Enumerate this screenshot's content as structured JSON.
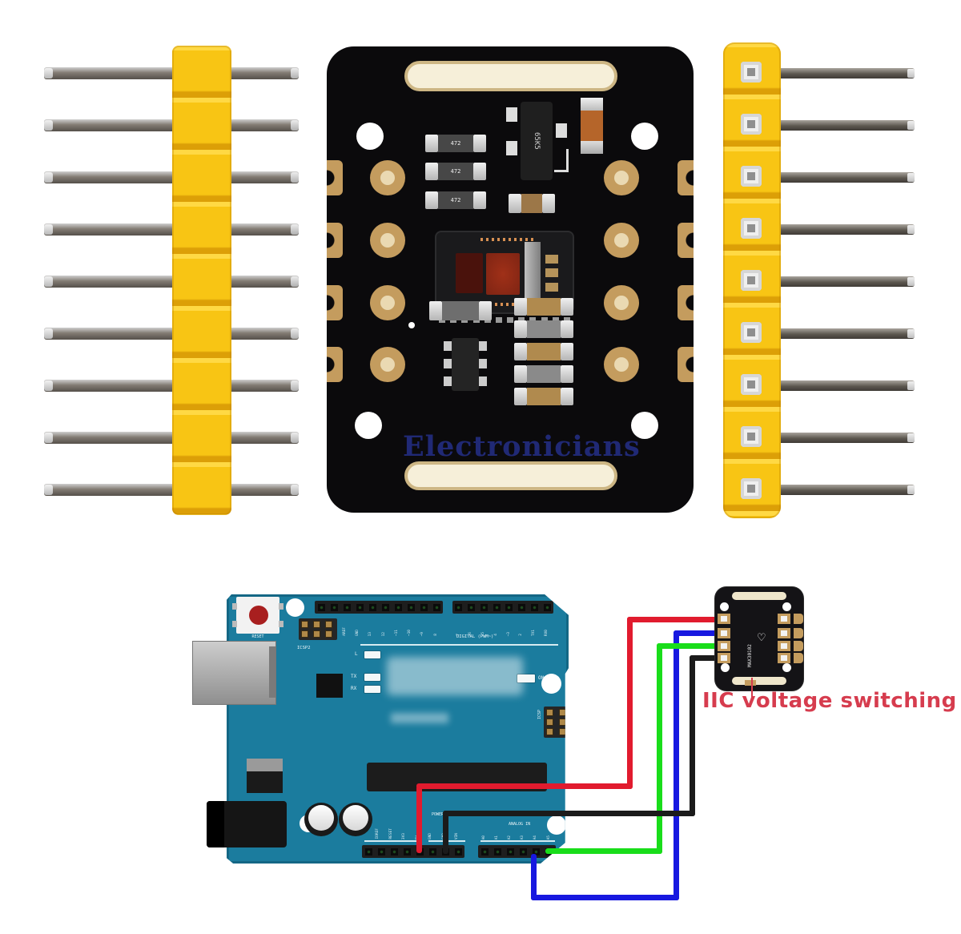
{
  "colors": {
    "pcb_black": "#0b0a0c",
    "gold": "#c49c5e",
    "gold_light": "#ead9b2",
    "yellow": "#f8c514",
    "yellow_dark": "#dc9f07",
    "arduino_teal": "#1b7c9e",
    "silk_white": "#e8f4f8",
    "annotation_red": "#d63c4e",
    "watermark_blue": "#25308c",
    "sensor_window_dark": "#4a120c",
    "sensor_window_red": "#7e2413"
  },
  "photo": {
    "watermark": "Electronicians",
    "module": {
      "markings": {
        "resistor": "472",
        "regulator": "65K5"
      }
    }
  },
  "diagram": {
    "annotation": "IIC voltage switching",
    "sensor": {
      "silkscreen": "MAX30102",
      "logo_icon": "heart-outline"
    },
    "arduino": {
      "labels": {
        "reset": "RESET",
        "icsp2": "ICSP2",
        "icsp": "ICSP",
        "led_l": "L",
        "led_tx": "TX",
        "led_rx": "RX",
        "led_on": "ON",
        "digital": "DIGITAL (PWM~)",
        "power": "POWER",
        "analog": "ANALOG IN"
      },
      "digital_pin_labels_left": [
        "AREF",
        "GND",
        "13",
        "12",
        "~11",
        "~10",
        "~9",
        "8"
      ],
      "digital_pin_labels_right": [
        "7",
        "~6",
        "~5",
        "4",
        "~3",
        "2",
        "TX1",
        "RX0"
      ],
      "power_pin_labels": [
        "",
        "IOREF",
        "RESET",
        "3V3",
        "5V",
        "GND",
        "GND",
        "VIN"
      ],
      "analog_pin_labels": [
        "A0",
        "A1",
        "A2",
        "A3",
        "A4",
        "A5"
      ]
    },
    "wires": [
      {
        "name": "red",
        "color": "#e11b2e",
        "from": "5V",
        "to": "sensor-pad-1"
      },
      {
        "name": "blue",
        "color": "#1718e0",
        "from": "A4",
        "to": "sensor-pad-2"
      },
      {
        "name": "green",
        "color": "#19dd1a",
        "from": "A5",
        "to": "sensor-pad-3"
      },
      {
        "name": "black",
        "color": "#1b1b1b",
        "from": "GND",
        "to": "sensor-pad-4"
      }
    ]
  }
}
